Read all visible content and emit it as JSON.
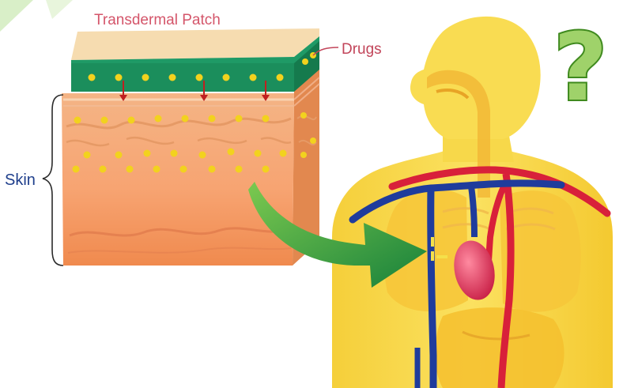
{
  "labels": {
    "patch_title": "Transdermal Patch",
    "drugs": "Drugs",
    "skin": "Skin"
  },
  "question_mark": "?",
  "colors": {
    "patch_top": "#f6dcb0",
    "patch_green": "#1f9a66",
    "drug_dot": "#f2d21e",
    "skin_orange": "#f6ab77",
    "skin_dark": "#e48f58",
    "body_yellow": "#f7d84a",
    "artery_red": "#d8203a",
    "vein_blue": "#1f3c9c",
    "heart": "#e03a5a",
    "arrow_green": "#1d9a4a",
    "question_fill": "#9fd26a",
    "question_stroke": "#3f8a1e"
  }
}
